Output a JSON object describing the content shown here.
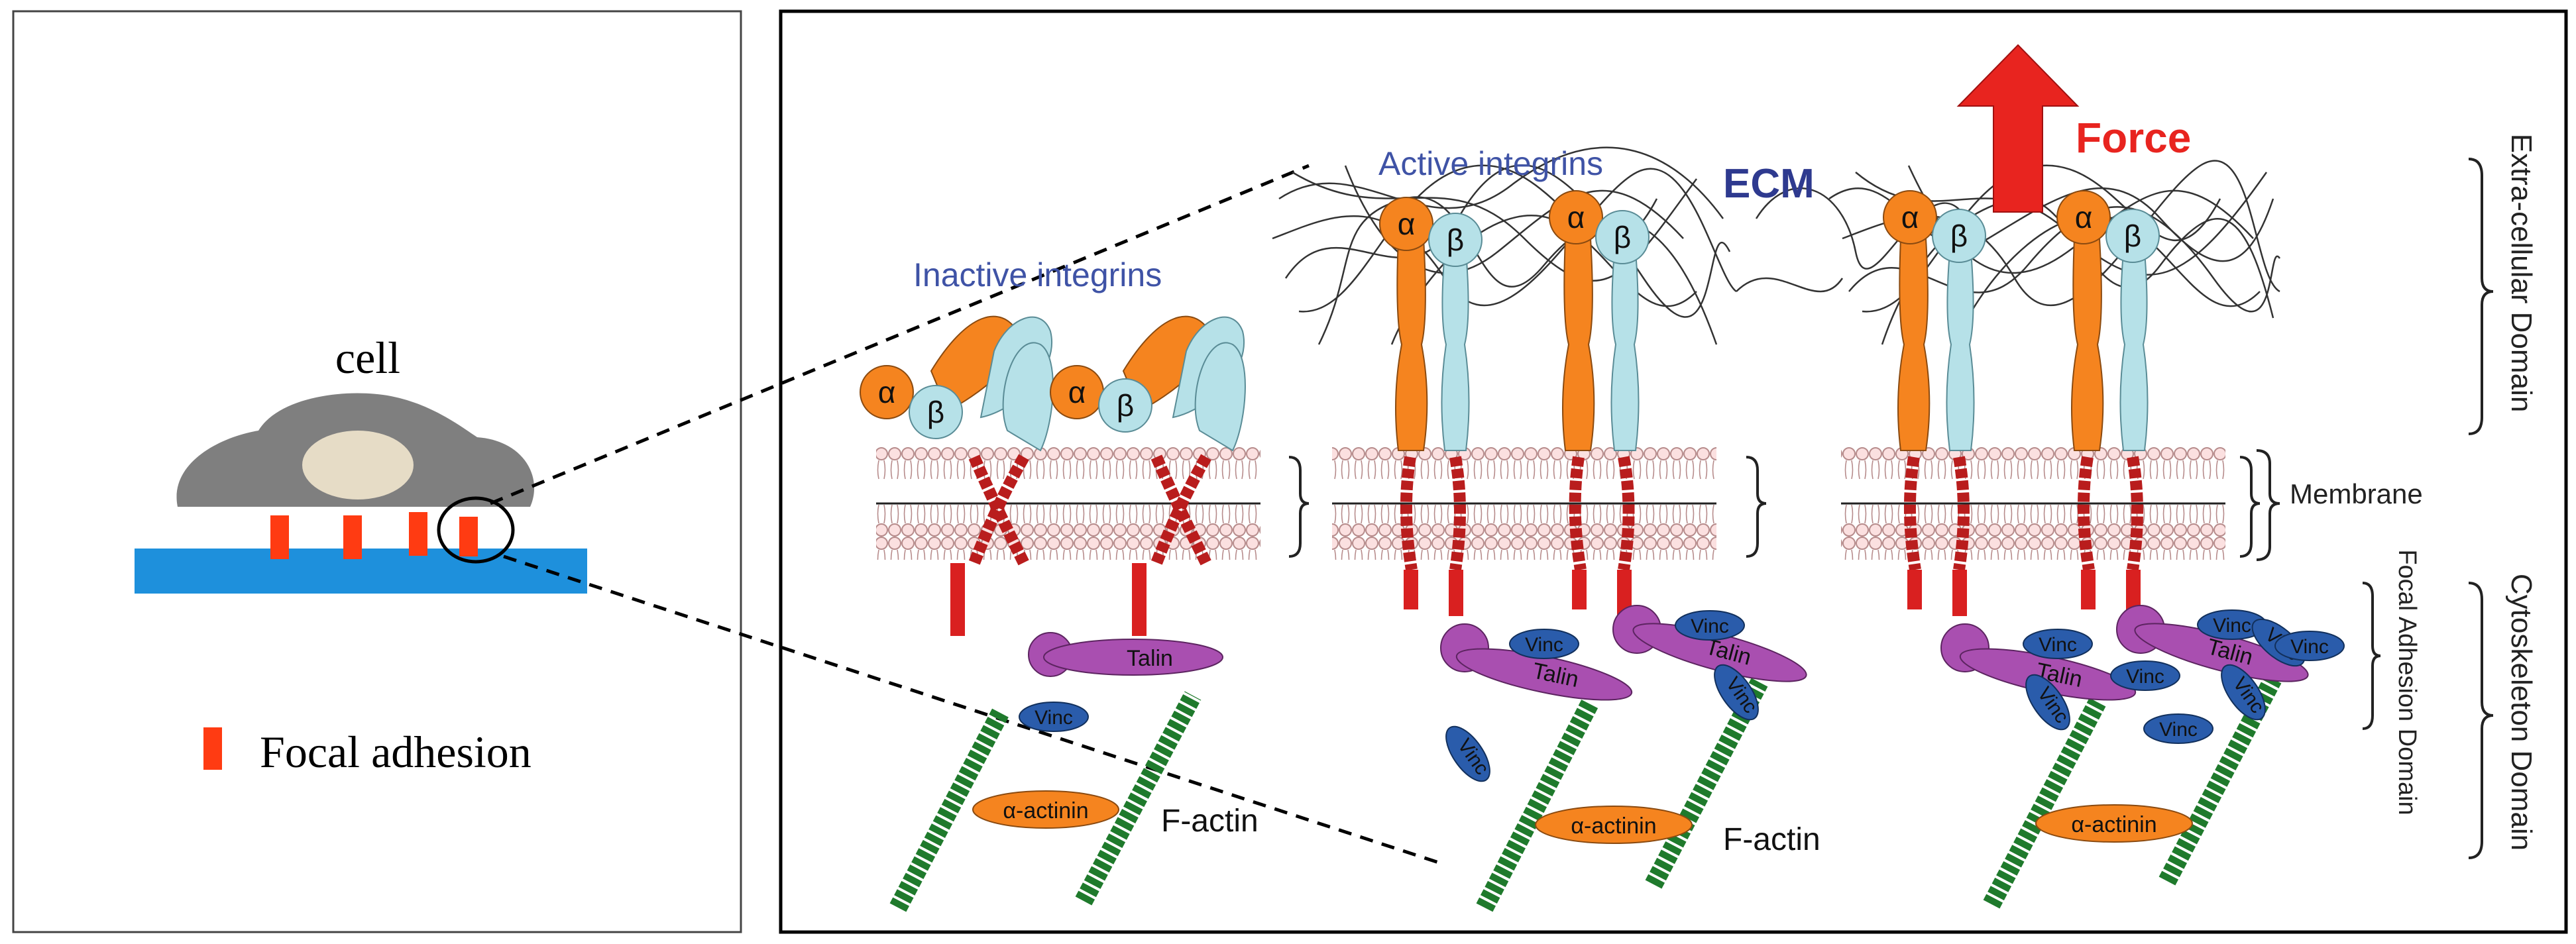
{
  "left_panel": {
    "cell_label": "cell",
    "legend_label": "Focal adhesion"
  },
  "right_panel": {
    "inactive_label": "Inactive integrins",
    "active_label": "Active integrins",
    "ecm_label": "ECM",
    "force_label": "Force",
    "alpha": "α",
    "beta": "β",
    "talin": "Talin",
    "vinc": "Vinc",
    "actinin": "α-actinin",
    "factin": "F-actin",
    "domains": {
      "extracellular": "Extra-cellular Domain",
      "membrane": "Membrane",
      "focal_adhesion": "Focal Adhesion Domain",
      "cytoskeleton": "Cytoskeleton Domain"
    }
  },
  "colors": {
    "cell_body": "#7f7f7f",
    "nucleus": "#e6dcc6",
    "substrate": "#1e90dc",
    "focal_adhesion": "#ff3b12",
    "alpha_subunit": "#f5841f",
    "beta_subunit": "#b6e1e8",
    "talin": "#a94fb0",
    "vinculin": "#2a5cab",
    "factin": "#1f7a2c",
    "force_arrow": "#e8241f",
    "ecm_label": "#2e3a8f",
    "integrin_label": "#3f53a6"
  }
}
